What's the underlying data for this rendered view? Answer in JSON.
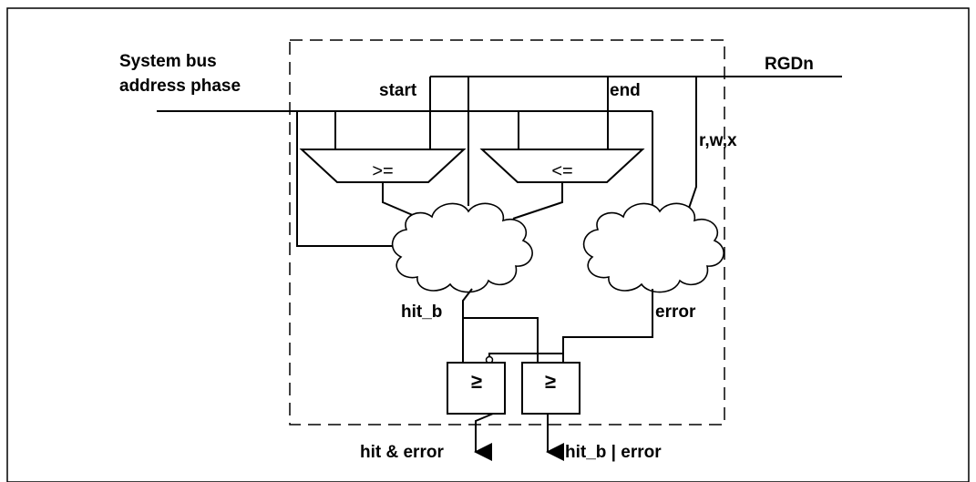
{
  "labels": {
    "system_bus_line1": "System bus",
    "system_bus_line2": "address phase",
    "rgdn": "RGDn",
    "start": "start",
    "end": "end",
    "rwx": "r,w,x",
    "hit_b": "hit_b",
    "error": "error",
    "out_and": "hit & error",
    "out_or": "hit_b | error"
  },
  "comparators": {
    "left_op": ">=",
    "right_op": "<="
  },
  "gates": {
    "left_symbol": "≥",
    "right_symbol": "≥"
  }
}
